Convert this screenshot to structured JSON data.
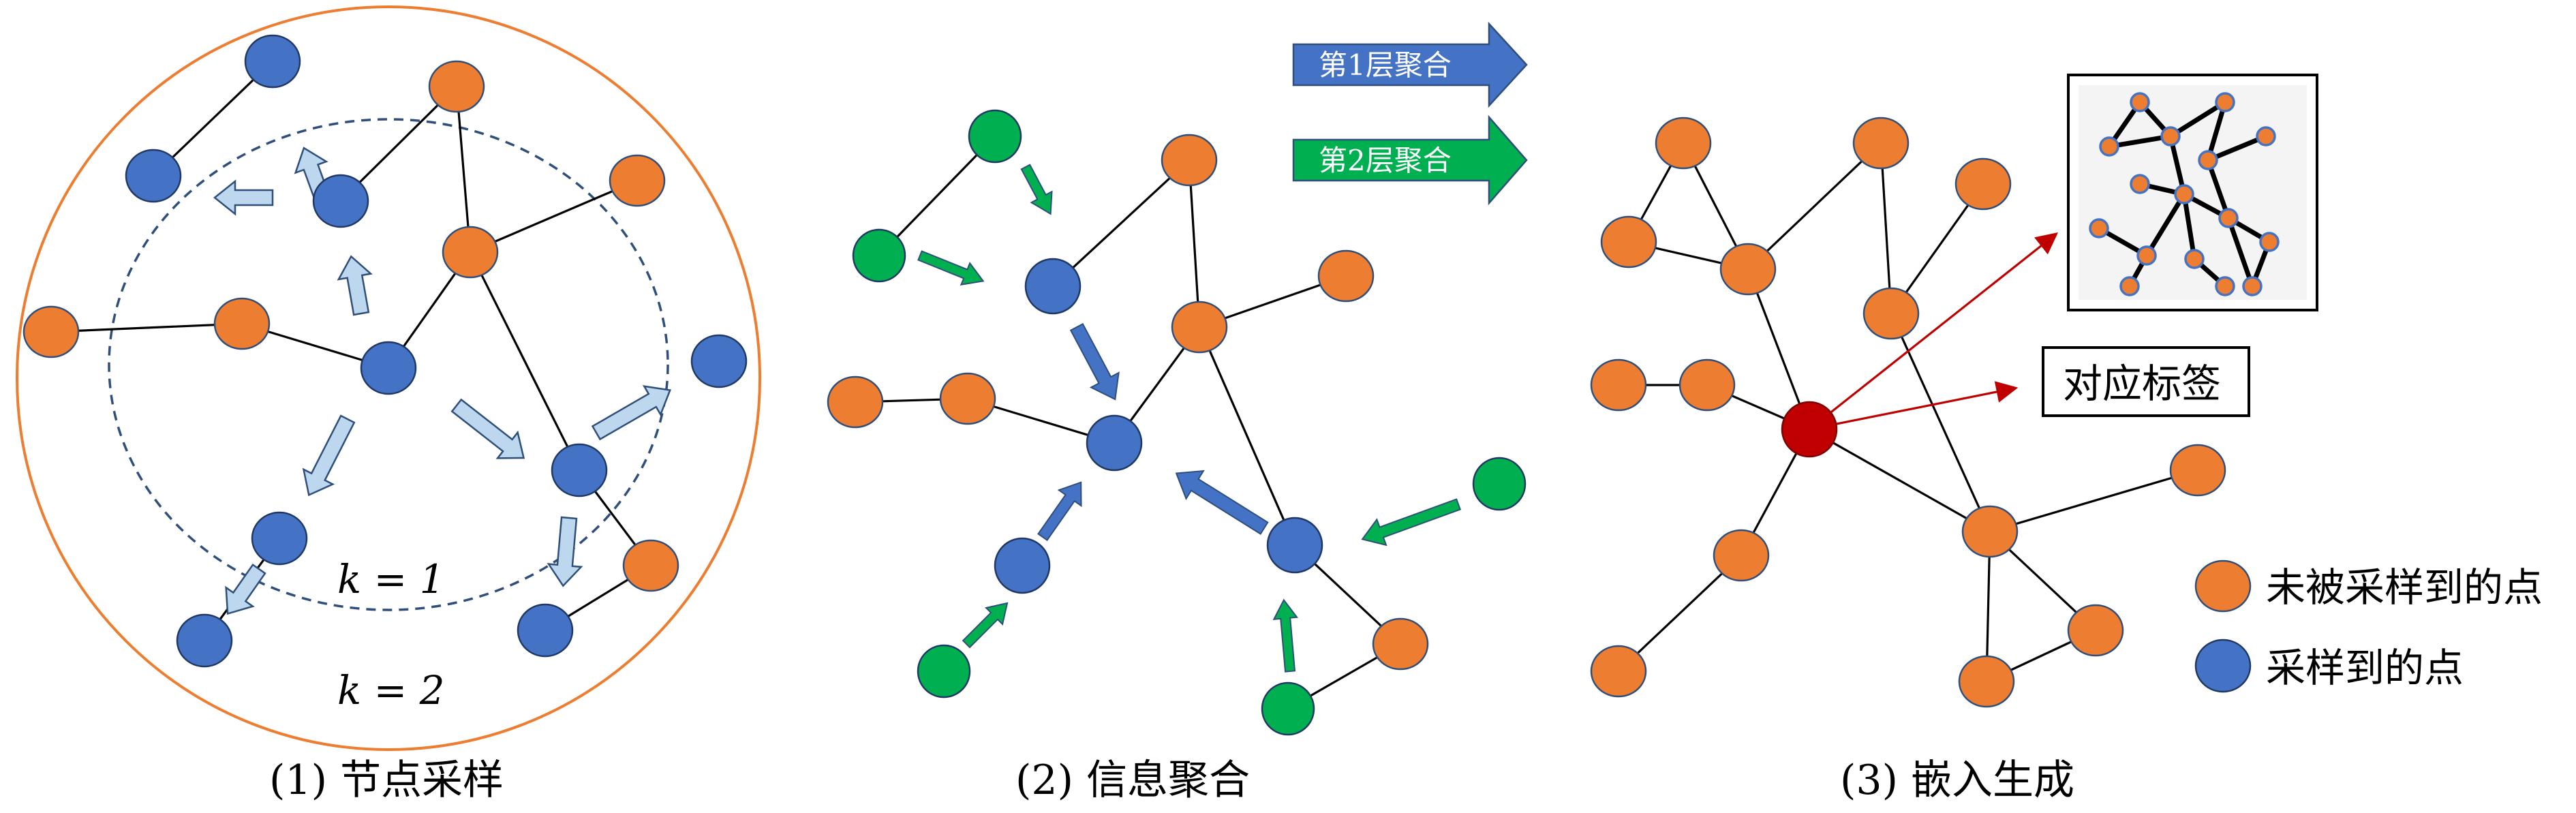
{
  "panels": {
    "p1": {
      "caption": "(1) 节点采样",
      "k1": "k = 1",
      "k2": "k = 2"
    },
    "p2": {
      "caption": "(2) 信息聚合",
      "layer1": "第1层聚合",
      "layer2": "第2层聚合"
    },
    "p3": {
      "caption": "(3) 嵌入生成",
      "label_box": "对应标签"
    }
  },
  "legend": {
    "unsampled": "未被采样到的点",
    "sampled": "采样到的点"
  },
  "colors": {
    "orange": "#ED7D31",
    "blue": "#4472C4",
    "green": "#00B050",
    "red": "#C00000",
    "light_blue_arrow": "#BDD7EE",
    "outer_circle": "#ED7D31"
  }
}
